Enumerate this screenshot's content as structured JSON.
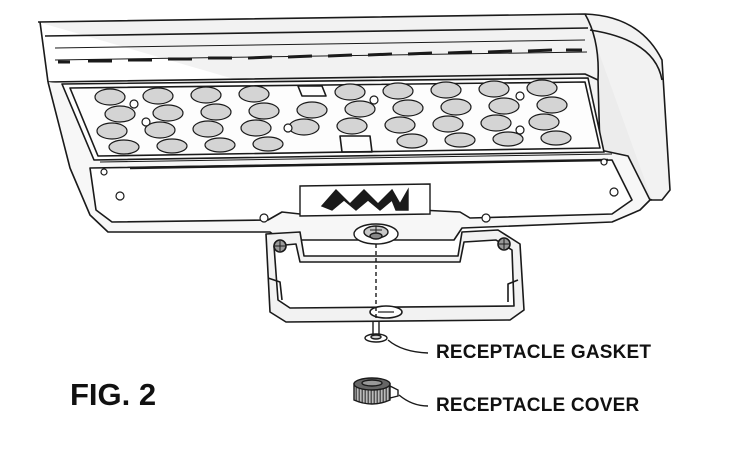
{
  "figure_label": "FIG. 2",
  "callouts": {
    "gasket": "RECEPTACLE GASKET",
    "cover": "RECEPTACLE COVER"
  },
  "parts": {
    "fixture": "light-fixture-housing",
    "mount": "mounting-yoke",
    "receptacle": "photocell-receptacle"
  },
  "colors": {
    "line": "#1a1a1a",
    "shade": "#d0d0d0",
    "shade_dark": "#a8a8a8",
    "background": "#ffffff"
  }
}
